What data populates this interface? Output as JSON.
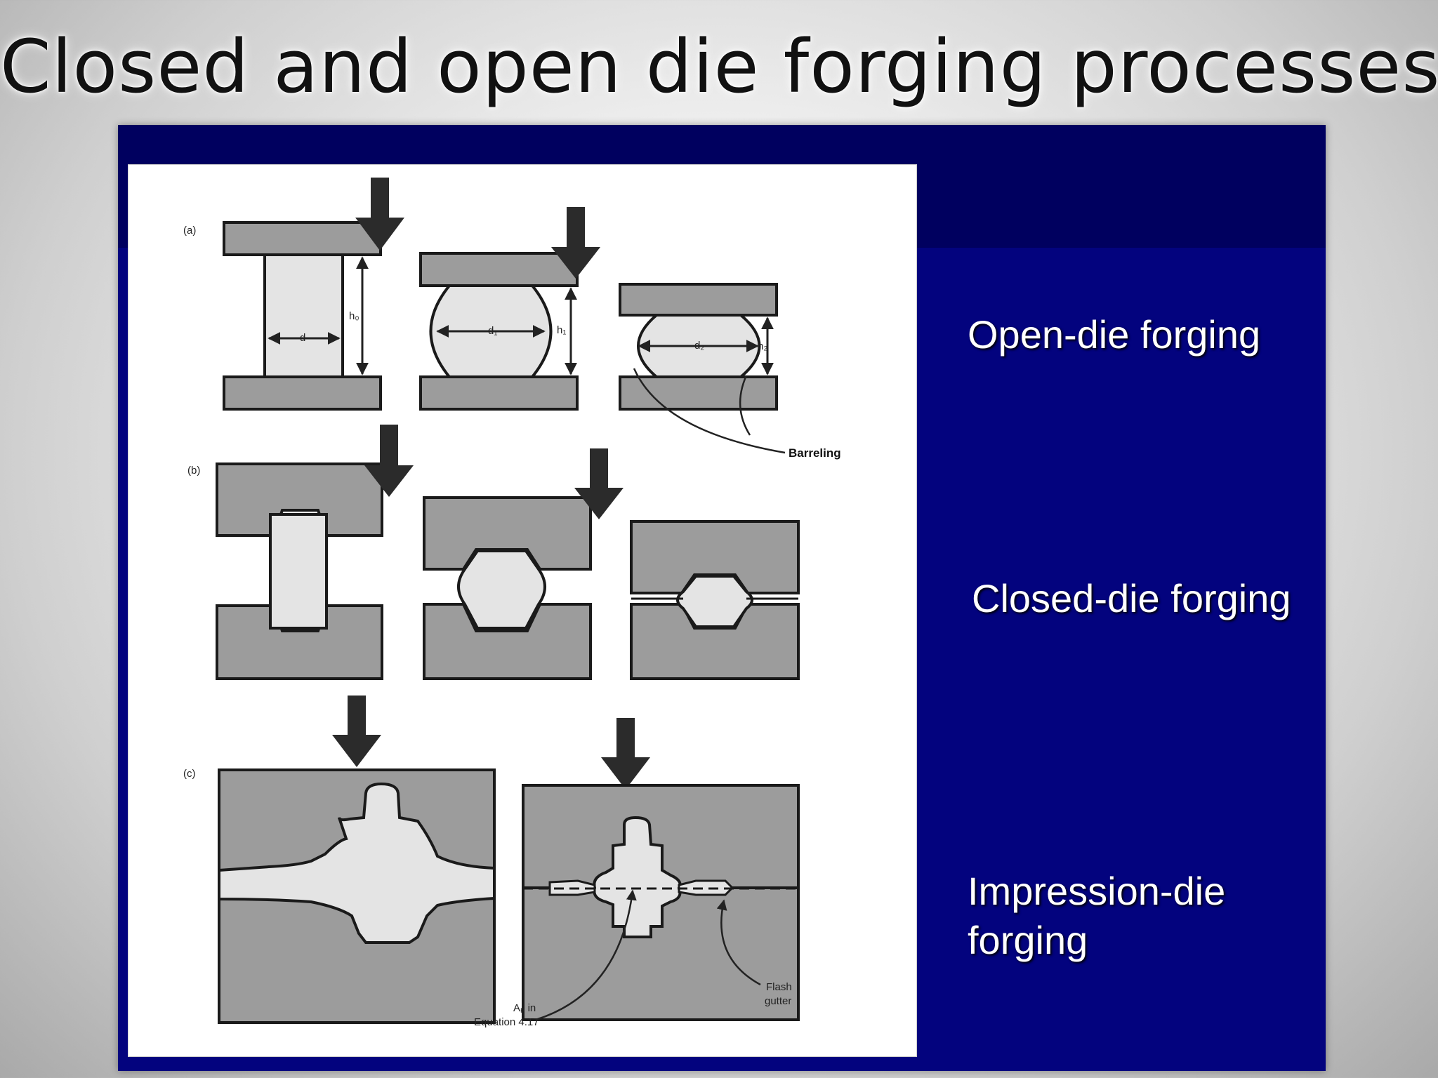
{
  "slide": {
    "title": "Closed and open die forging processes"
  },
  "figure": {
    "row_a_label": "(a)",
    "row_b_label": "(b)",
    "row_c_label": "(c)",
    "dim_h0": "h₀",
    "dim_d": "d",
    "dim_d1": "d₁",
    "dim_h1": "h₁",
    "dim_d2": "d₂",
    "dim_h2": "h₂",
    "barreling_label": "Barreling",
    "ap_label": "Aₚ in",
    "equation_label": "Equation 4.17",
    "flash_label": "Flash",
    "gutter_label": "gutter"
  },
  "captions": {
    "open_die": "Open-die forging",
    "closed_die": "Closed-die forging",
    "impression_die": "Impression-die forging"
  },
  "colors": {
    "panel_blue": "#03037e",
    "panel_top": "#00005f",
    "die_gray": "#9c9c9c",
    "workpiece": "#e4e4e4"
  }
}
